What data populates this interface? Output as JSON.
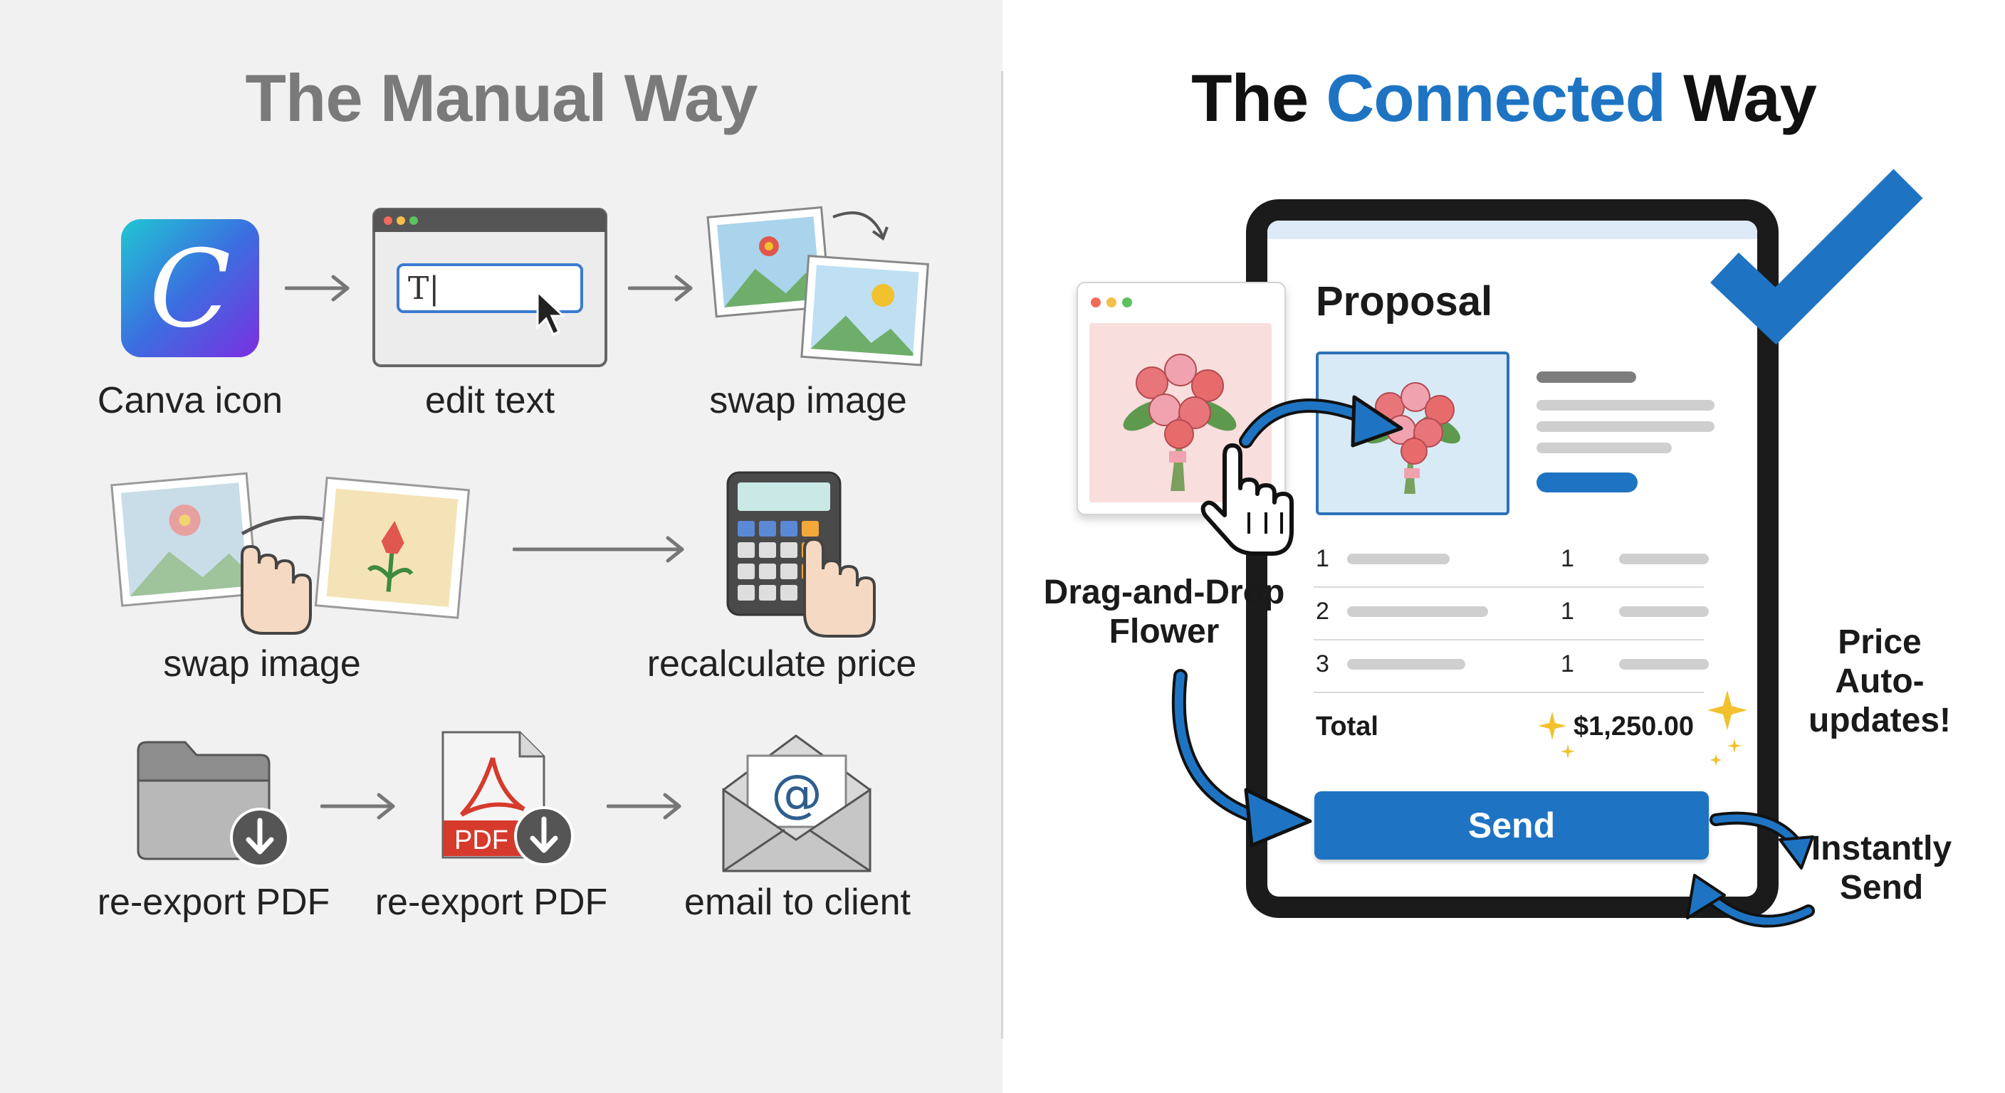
{
  "left": {
    "title": "The Manual Way",
    "steps": {
      "canva_icon": "Canva icon",
      "edit_text": "edit text",
      "swap_image_1": "swap image",
      "swap_image_2": "swap image",
      "recalculate_price": "recalculate price",
      "reexport_pdf_1": "re-export PDF",
      "reexport_pdf_2": "re-export PDF",
      "email_to_client": "email to client"
    },
    "canva_letter": "C",
    "text_cursor": "T|",
    "pdf_badge": "PDF",
    "email_symbol": "@"
  },
  "right": {
    "title_part1": "The ",
    "title_accent": "Connected",
    "title_part2": " Way",
    "proposal_title": "Proposal",
    "rows": [
      {
        "num": "1",
        "qty": "1"
      },
      {
        "num": "2",
        "qty": "1"
      },
      {
        "num": "3",
        "qty": "1"
      }
    ],
    "total_label": "Total",
    "total_value": "$1,250.00",
    "send_label": "Send",
    "callouts": {
      "drag_drop_line1": "Drag-and-Drop",
      "drag_drop_line2": "Flower",
      "price_line1": "Price",
      "price_line2": "Auto-",
      "price_line3": "updates!",
      "send_line1": "Instantly",
      "send_line2": "Send"
    }
  },
  "colors": {
    "accent_blue": "#1e74c2",
    "left_bg": "#f1f1f1",
    "title_gray": "#7a7a7a",
    "pdf_red": "#d63a2c",
    "sparkle_gold": "#f2c12e"
  }
}
